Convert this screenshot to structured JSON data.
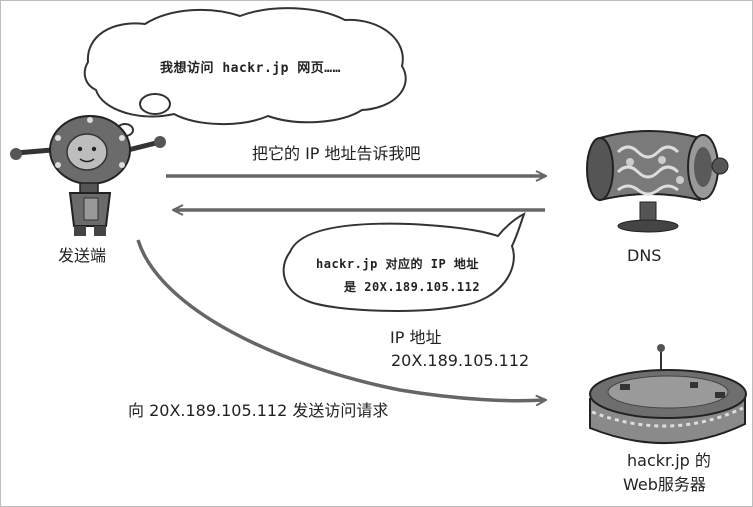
{
  "thought_bubble": {
    "text": "我想访问 hackr.jp 网页……"
  },
  "request_label": "把它的 IP 地址告诉我吧",
  "dns_reply_bubble": {
    "line1": "hackr.jp 对应的 IP 地址",
    "line2": "是 20X.189.105.112"
  },
  "sender": {
    "label": "发送端"
  },
  "dns": {
    "label": "DNS"
  },
  "ip_info": {
    "title": "IP 地址",
    "value": "20X.189.105.112"
  },
  "access_label": "向 20X.189.105.112 发送访问请求",
  "web_server": {
    "line1": "hackr.jp 的",
    "line2": "Web服务器"
  }
}
